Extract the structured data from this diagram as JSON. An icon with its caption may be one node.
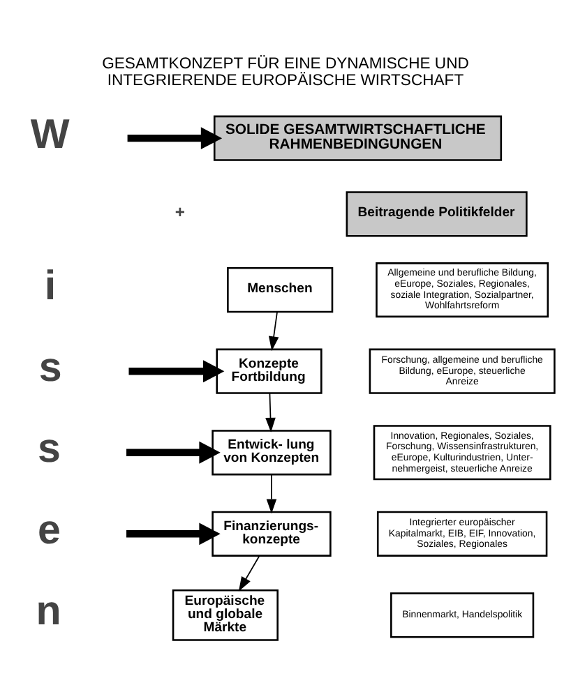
{
  "diagram": {
    "title": "GESAMTKONZEPT FÜR EINE DYNAMISCHE UND INTEGRIERENDE EUROPÄISCHE WIRTSCHAFT",
    "nodes": [
      {
        "text": [
          "SOLIDE GESAMTWIRTSCHAFTLICHE RAHMENBEDINGUNGEN"
        ]
      },
      {
        "text": [
          "Beitragende Politikfelder"
        ]
      },
      {
        "text": [
          "Menschen"
        ]
      },
      {
        "text": [
          "Allgemeine und berufliche Bildung, eEurope, Soziales, Regionales, soziale Integration, Sozialpartner, Wohlfahrtsreform"
        ]
      },
      {
        "text": [
          "Konzepte Fortbildung"
        ]
      },
      {
        "text": [
          "Forschung, allgemeine und berufliche Bildung, eEurope, steuerliche Anreize"
        ]
      },
      {
        "text": [
          "Entwick- lung von Konzepten"
        ]
      },
      {
        "text": [
          "Innovation, Regionales, Soziales, Forschung, Wissensinfrastrukturen, eEurope, Kulturindustrien, Unter- nehmergeist, steuerliche Anreize"
        ]
      },
      {
        "text": [
          "Finanzierungs- konzepte"
        ]
      },
      {
        "text": [
          "Integrierter europäischer Kapitalmarkt, EIB, EIF, Innovation, Soziales, Regionales"
        ]
      },
      {
        "text": [
          "Europäische und globale Märkte"
        ]
      },
      {
        "text": [
          "Binnenmarkt, Handelspolitik"
        ]
      }
    ],
    "edges": [
      {
        "from": null,
        "to": 0,
        "arrow": "to",
        "style": "thick"
      },
      {
        "from": null,
        "to": 4,
        "arrow": "to",
        "style": "thick"
      },
      {
        "from": null,
        "to": 6,
        "arrow": "to",
        "style": "thick"
      },
      {
        "from": null,
        "to": 8,
        "arrow": "to",
        "style": "thick"
      },
      {
        "from": 2,
        "to": 4,
        "arrow": "to"
      },
      {
        "from": 4,
        "to": 6,
        "arrow": "to"
      },
      {
        "from": 6,
        "to": 8,
        "arrow": "to"
      },
      {
        "from": 8,
        "to": 10,
        "arrow": "to"
      }
    ],
    "labels": [
      "W",
      "+",
      "i",
      "s",
      "s",
      "e",
      "n"
    ]
  }
}
